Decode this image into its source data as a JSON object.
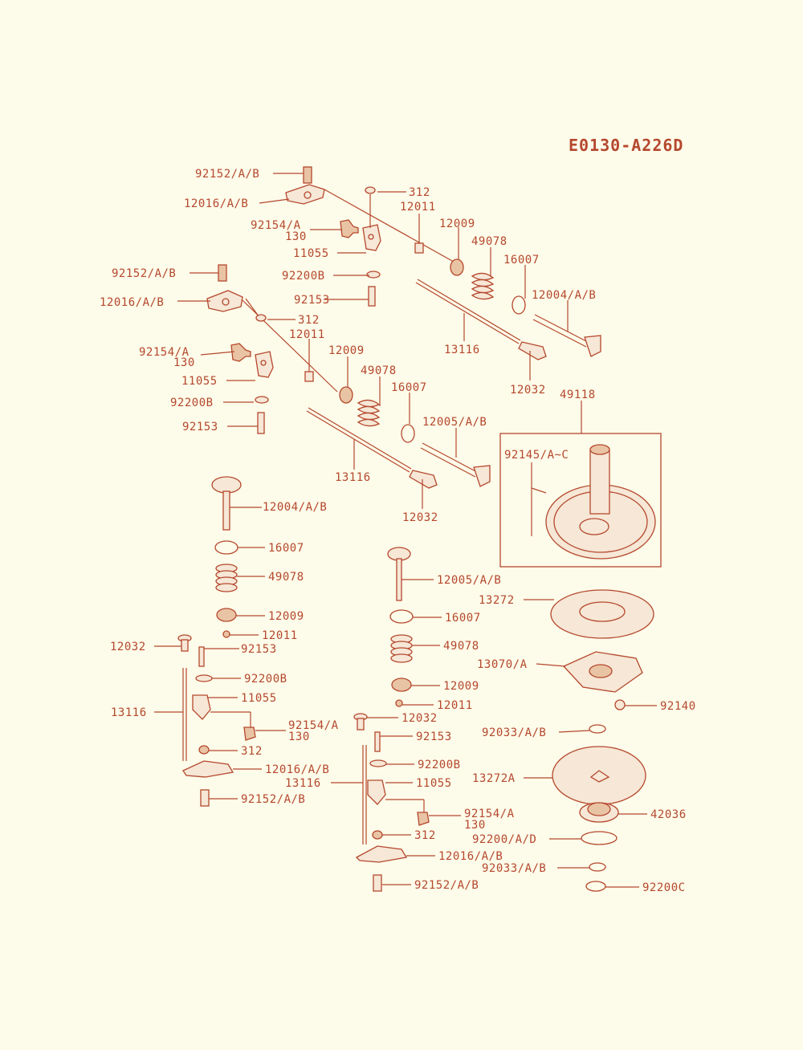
{
  "drawing_id": "E0130-A226D",
  "labels": [
    "92152/A/B",
    "12016/A/B",
    "92154/A",
    "130",
    "11055",
    "92200B",
    "92153",
    "312",
    "12011",
    "12009",
    "49078",
    "16007",
    "12004/A/B",
    "13116",
    "12032",
    "92152/A/B",
    "12016/A/B",
    "92154/A",
    "130",
    "11055",
    "92200B",
    "92153",
    "312",
    "12011",
    "12009",
    "49078",
    "16007",
    "12005/A/B",
    "13116",
    "12032",
    "49118",
    "92145/A~C",
    "12004/A/B",
    "16007",
    "49078",
    "12009",
    "12011",
    "12032",
    "92153",
    "92200B",
    "11055",
    "13116",
    "92154/A",
    "130",
    "312",
    "12016/A/B",
    "92152/A/B",
    "12005/A/B",
    "16007",
    "49078",
    "12009",
    "12011",
    "12032",
    "92153",
    "92200B",
    "13116",
    "11055",
    "92154/A",
    "130",
    "312",
    "12016/A/B",
    "92152/A/B",
    "13272",
    "13070/A",
    "92140",
    "92033/A/B",
    "13272A",
    "42036",
    "92200/A/D",
    "92033/A/B",
    "92200C"
  ],
  "colors": {
    "ink": "#b5482e",
    "paper": "#fdfbe9"
  }
}
